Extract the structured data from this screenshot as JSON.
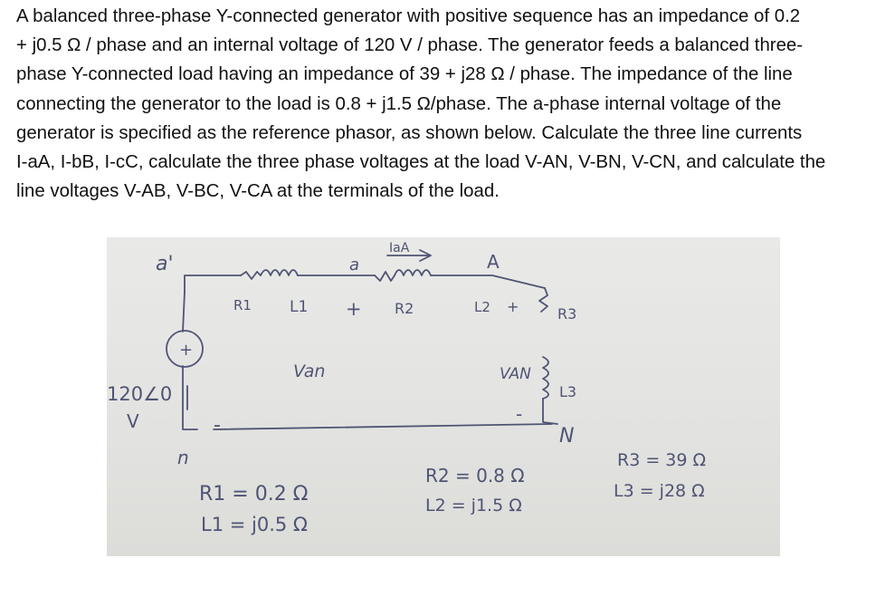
{
  "problem": {
    "lines": [
      "A balanced three-phase Y-connected generator with positive sequence has an impedance of 0.2",
      "+ j0.5 Ω / phase and an internal voltage of 120 V / phase. The generator feeds a balanced three-",
      "phase Y-connected load having an impedance of 39 + j28 Ω / phase. The impedance of the line",
      "connecting the generator to the load is 0.8 + j1.5 Ω/phase. The a-phase internal voltage of the",
      "generator is specified as the reference phasor, as shown below. Calculate the three line currents",
      "I-aA, I-bB, I-cC, calculate the three phase voltages at the load V-AN, V-BN, V-CN, and calculate the",
      "line voltages V-AB, V-BC, V-CA at the terminals of the load."
    ]
  },
  "circuit": {
    "nodes": {
      "a_prime": "a'",
      "a": "a",
      "A": "A",
      "n": "n",
      "N": "N"
    },
    "source": {
      "symbol": "+",
      "value": "120∠0",
      "unit": "V"
    },
    "current_label": "IaA",
    "labels": {
      "R1": "R1",
      "L1": "L1",
      "R2": "R2",
      "L2": "L2",
      "R3": "R3",
      "L3": "L3",
      "plus_a": "+",
      "plus_A": "+",
      "minus_a": "-",
      "minus_A": "-",
      "Van": "Van",
      "VAN": "VAN"
    },
    "values": {
      "R1": "R1 = 0.2 Ω",
      "L1": "L1 = j0.5 Ω",
      "R2": "R2 = 0.8 Ω",
      "L2": "L2 = j1.5 Ω",
      "R3": "R3 = 39 Ω",
      "L3": "L3 = j28 Ω"
    }
  }
}
